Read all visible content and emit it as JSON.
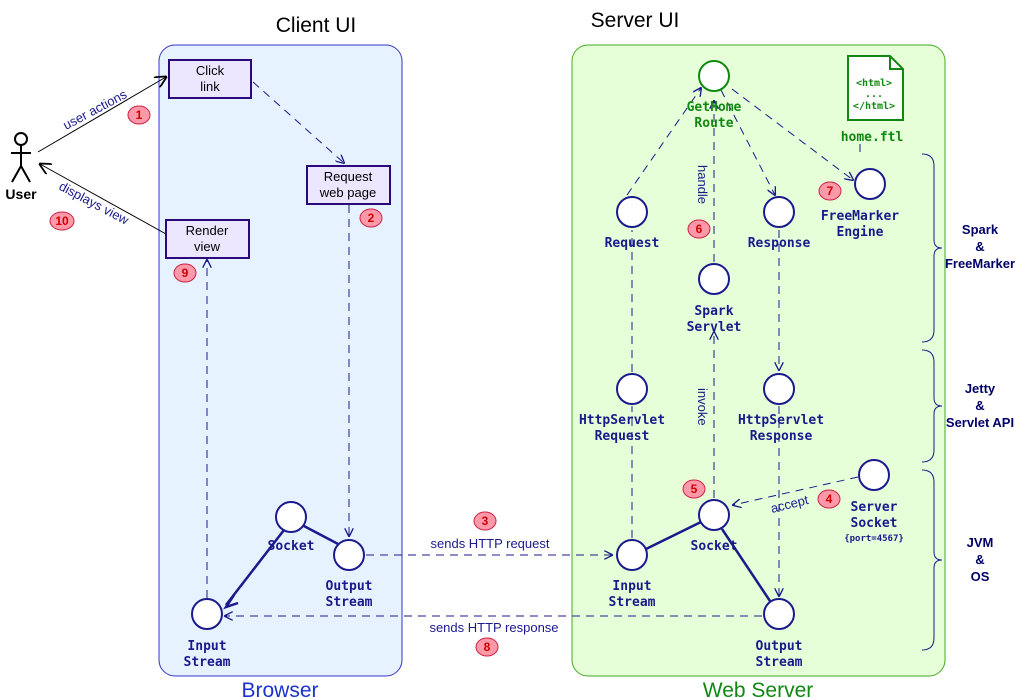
{
  "headings": {
    "client_ui": "Client UI",
    "server_ui": "Server UI",
    "browser": "Browser",
    "web_server": "Web Server"
  },
  "actor": {
    "label": "User"
  },
  "boxes": {
    "click_link": [
      "Click",
      "link"
    ],
    "request_page": [
      "Request",
      "web page"
    ],
    "render_view": [
      "Render",
      "view"
    ]
  },
  "client_nodes": {
    "socket": "Socket",
    "output_stream": [
      "Output",
      "Stream"
    ],
    "input_stream": [
      "Input",
      "Stream"
    ]
  },
  "server_nodes": {
    "gethome": [
      "GetHome",
      "Route"
    ],
    "request": "Request",
    "response": "Response",
    "freemarker": [
      "FreeMarker",
      "Engine"
    ],
    "spark_servlet": [
      "Spark",
      "Servlet"
    ],
    "hs_request": [
      "HttpServlet",
      "Request"
    ],
    "hs_response": [
      "HttpServlet",
      "Response"
    ],
    "server_socket": [
      "Server",
      "Socket",
      "{port=4567}"
    ],
    "socket": "Socket",
    "input_stream": [
      "Input",
      "Stream"
    ],
    "output_stream": [
      "Output",
      "Stream"
    ]
  },
  "template_file": {
    "lines": [
      "<html>",
      "...",
      "</html>"
    ],
    "name": "home.ftl"
  },
  "edge_labels": {
    "user_actions": "user actions",
    "displays_view": "displays view",
    "handle": "handle",
    "invoke": "invoke",
    "accept": "accept",
    "sends_request": "sends HTTP request",
    "sends_response": "sends HTTP response"
  },
  "badges": [
    "1",
    "2",
    "3",
    "4",
    "5",
    "6",
    "7",
    "8",
    "9",
    "10"
  ],
  "layers": {
    "spark": [
      "Spark",
      "&",
      "FreeMarker"
    ],
    "jetty": [
      "Jetty",
      "&",
      "Servlet API"
    ],
    "jvm": [
      "JVM",
      "&",
      "OS"
    ]
  },
  "colors": {
    "client_bg": "#e6f2ff",
    "client_border": "#3333cc",
    "server_bg": "#e6ffd9",
    "server_border": "#44aa22",
    "node_stroke": "#1a1a8c",
    "green": "#118811"
  }
}
